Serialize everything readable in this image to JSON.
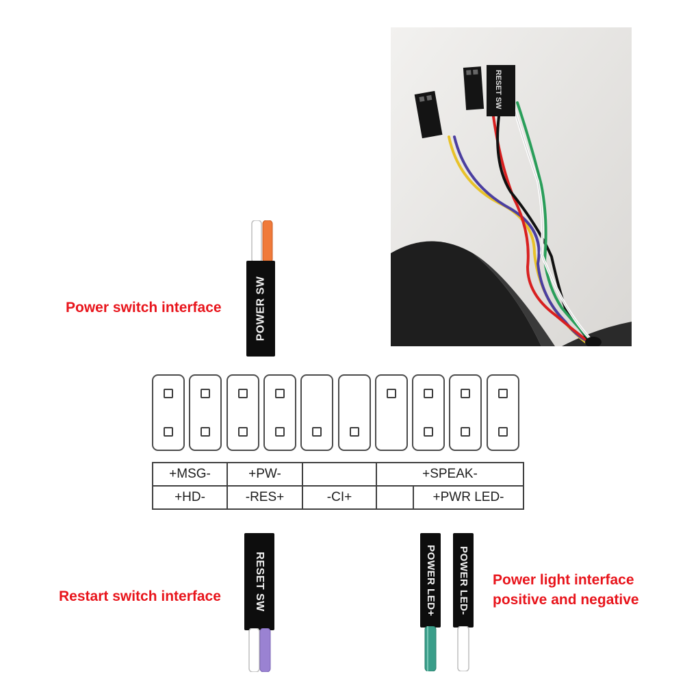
{
  "captions": {
    "power_switch": "Power switch interface",
    "restart_switch": "Restart switch interface",
    "power_light_line1": "Power light interface",
    "power_light_line2": "positive and negative"
  },
  "connectors": {
    "power_sw": "POWER SW",
    "reset_sw": "RESET SW",
    "power_led_pos": "POWER LED+",
    "power_led_neg": "POWER LED-",
    "photo_reset_sw": "RESET SW"
  },
  "header": {
    "top_pins": [
      true,
      true,
      true,
      true,
      false,
      false,
      true,
      true,
      true,
      true
    ],
    "bottom_pins": [
      true,
      true,
      true,
      true,
      true,
      true,
      false,
      true,
      true,
      true
    ]
  },
  "table": {
    "row1": [
      "+MSG-",
      "+PW-",
      "",
      "+SPEAK-"
    ],
    "row2": [
      "+HD-",
      "-RES+",
      "-CI+",
      "",
      "+PWR LED-"
    ]
  },
  "colors": {
    "caption_red": "#e8141b",
    "wire_orange": "#f07a3a",
    "wire_purple": "#9a82d2",
    "wire_teal": "#3a9e8a"
  }
}
